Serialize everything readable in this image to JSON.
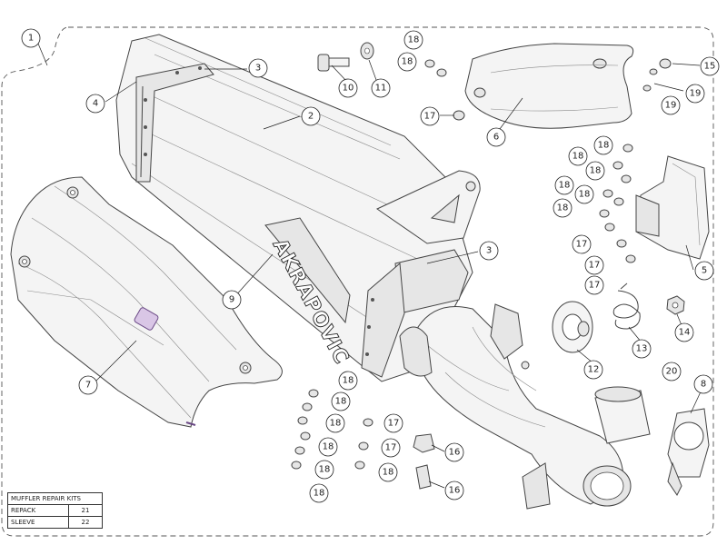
{
  "diagram": {
    "brand_text": "AKRAPOVIC",
    "callouts": [
      "1",
      "2",
      "3",
      "3",
      "4",
      "5",
      "6",
      "7",
      "8",
      "9",
      "10",
      "11",
      "12",
      "13",
      "14",
      "15",
      "16",
      "16",
      "17",
      "17",
      "17",
      "17",
      "17",
      "17",
      "18",
      "18",
      "18",
      "18",
      "18",
      "18",
      "18",
      "18",
      "18",
      "18",
      "18",
      "18",
      "18",
      "18",
      "18",
      "19",
      "19",
      "20"
    ]
  },
  "repair_kits": {
    "title": "MUFFLER REPAIR KITS",
    "rows": [
      {
        "label": "REPACK",
        "value": "21"
      },
      {
        "label": "SLEEVE",
        "value": "22"
      }
    ]
  }
}
